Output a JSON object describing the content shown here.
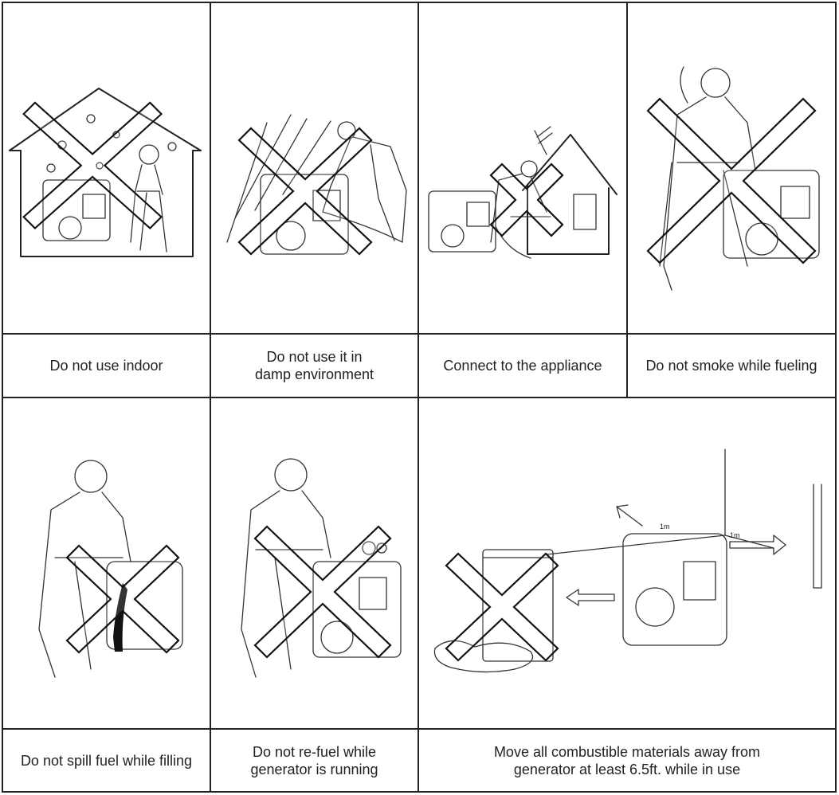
{
  "panels": [
    {
      "caption": "Do not use indoor",
      "icon": "indoor-generator-prohibited-icon"
    },
    {
      "caption": "Do not use it in\ndamp environment",
      "icon": "damp-environment-prohibited-icon"
    },
    {
      "caption": "Connect to the appliance",
      "icon": "appliance-connection-prohibited-icon"
    },
    {
      "caption": "Do not smoke while fueling",
      "icon": "smoking-while-fueling-prohibited-icon"
    },
    {
      "caption": "Do not spill fuel while filling",
      "icon": "fuel-spill-prohibited-icon"
    },
    {
      "caption": "Do not re-fuel while\ngenerator is running",
      "icon": "refuel-running-prohibited-icon"
    },
    {
      "caption": "Move all combustible materials away from\ngenerator at least 6.5ft. while in use",
      "icon": "clearance-distance-icon"
    }
  ],
  "distance_labels": [
    "1m",
    "1m"
  ]
}
